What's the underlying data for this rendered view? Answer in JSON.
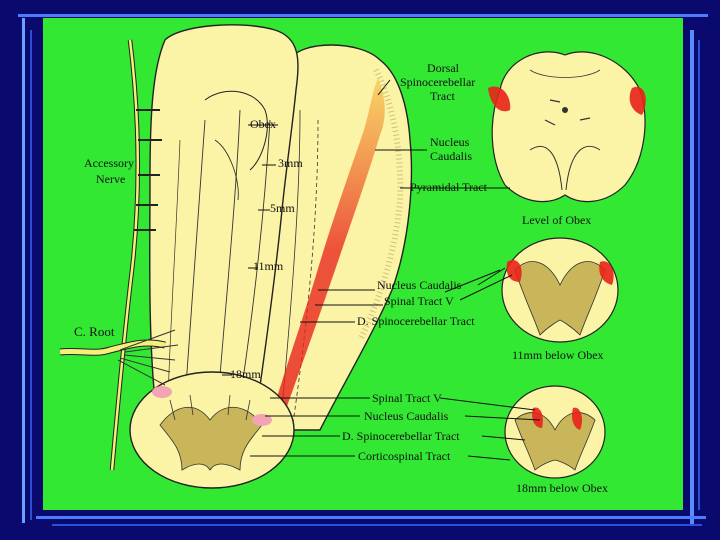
{
  "labels": {
    "obex": "Obex",
    "mm3": "3mm",
    "mm5": "5mm",
    "mm11": "11mm",
    "mm18": "18mm",
    "accessory_line1": "Accessory",
    "accessory_line2": "Nerve",
    "c_root": "C. Root",
    "dorsal_line1": "Dorsal",
    "dorsal_line2": "Spinocerebellar",
    "dorsal_line3": "Tract",
    "nucleus_line1": "Nucleus",
    "nucleus_line2": "Caudalis",
    "pyramidal": "Pyramidal Tract",
    "nucleus_caudalis_mid": "Nucleus Caudalis",
    "spinal_tract_mid": "Spinal Tract V",
    "d_spino_mid": "D. Spinocerebellar Tract",
    "spinal_tract_low": "Spinal Tract V",
    "nucleus_caudalis_low": "Nucleus Caudalis",
    "d_spino_low": "D. Spinocerebellar Tract",
    "corticospinal": "Corticospinal Tract"
  },
  "sections": {
    "obex_level": "Level of Obex",
    "mm11_below": "11mm below Obex",
    "mm18_below": "18mm below Obex"
  },
  "colors": {
    "background": "#0a0a6e",
    "panel": "#33e833",
    "tissue": "#fbf3a6",
    "grey_matter": "#c9b55a",
    "nerve": "#f5f07a",
    "highlight": "#e8221a"
  }
}
